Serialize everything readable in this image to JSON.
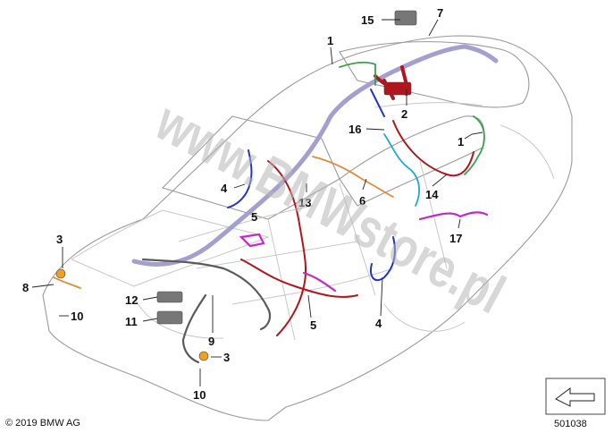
{
  "copyright": "© 2019 BMW AG",
  "diagram_number": "501038",
  "watermark": "www.BMWstore.pl",
  "callouts": [
    "1",
    "1",
    "2",
    "3",
    "3",
    "4",
    "4",
    "5",
    "5",
    "6",
    "7",
    "8",
    "9",
    "10",
    "10",
    "11",
    "12",
    "13",
    "14",
    "15",
    "16",
    "17"
  ],
  "harness_colors": {
    "main_trunk": "#a59fd0",
    "roof_red": "#b0161c",
    "green": "#3aa050",
    "blue": "#2433c8",
    "orange": "#e08a3a",
    "magenta": "#c22cc2",
    "cyan": "#1ea7d8",
    "gray": "#5a5a5a",
    "amber": "#f0a020"
  }
}
